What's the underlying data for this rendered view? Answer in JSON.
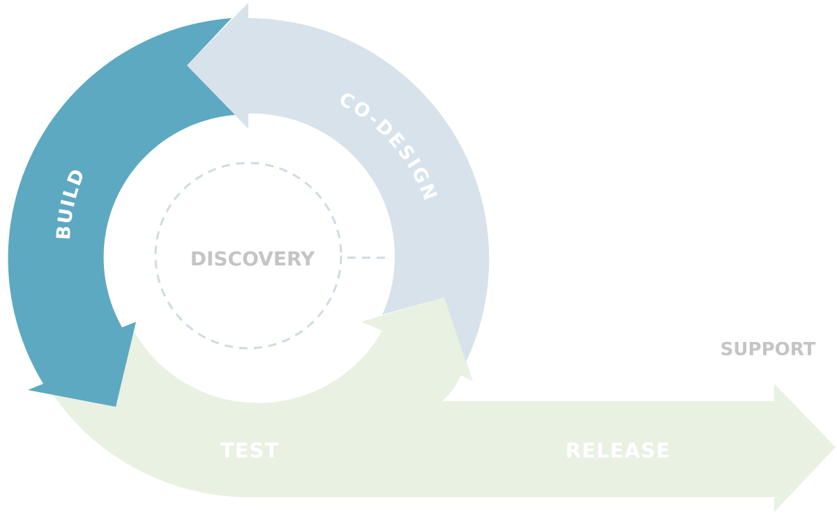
{
  "labels": {
    "build": "BUILD",
    "codesign": "CO-DESIGN",
    "discovery": "DISCOVERY",
    "test": "TEST",
    "release": "RELEASE",
    "support": "SUPPORT"
  },
  "colors": {
    "build": "#5da9c1",
    "codesign": "#d7e2ea",
    "test_release": "#e8f1e2",
    "dashed": "#cfdae3",
    "label_light": "#ffffff",
    "label_gray": "#c4c4c4"
  }
}
